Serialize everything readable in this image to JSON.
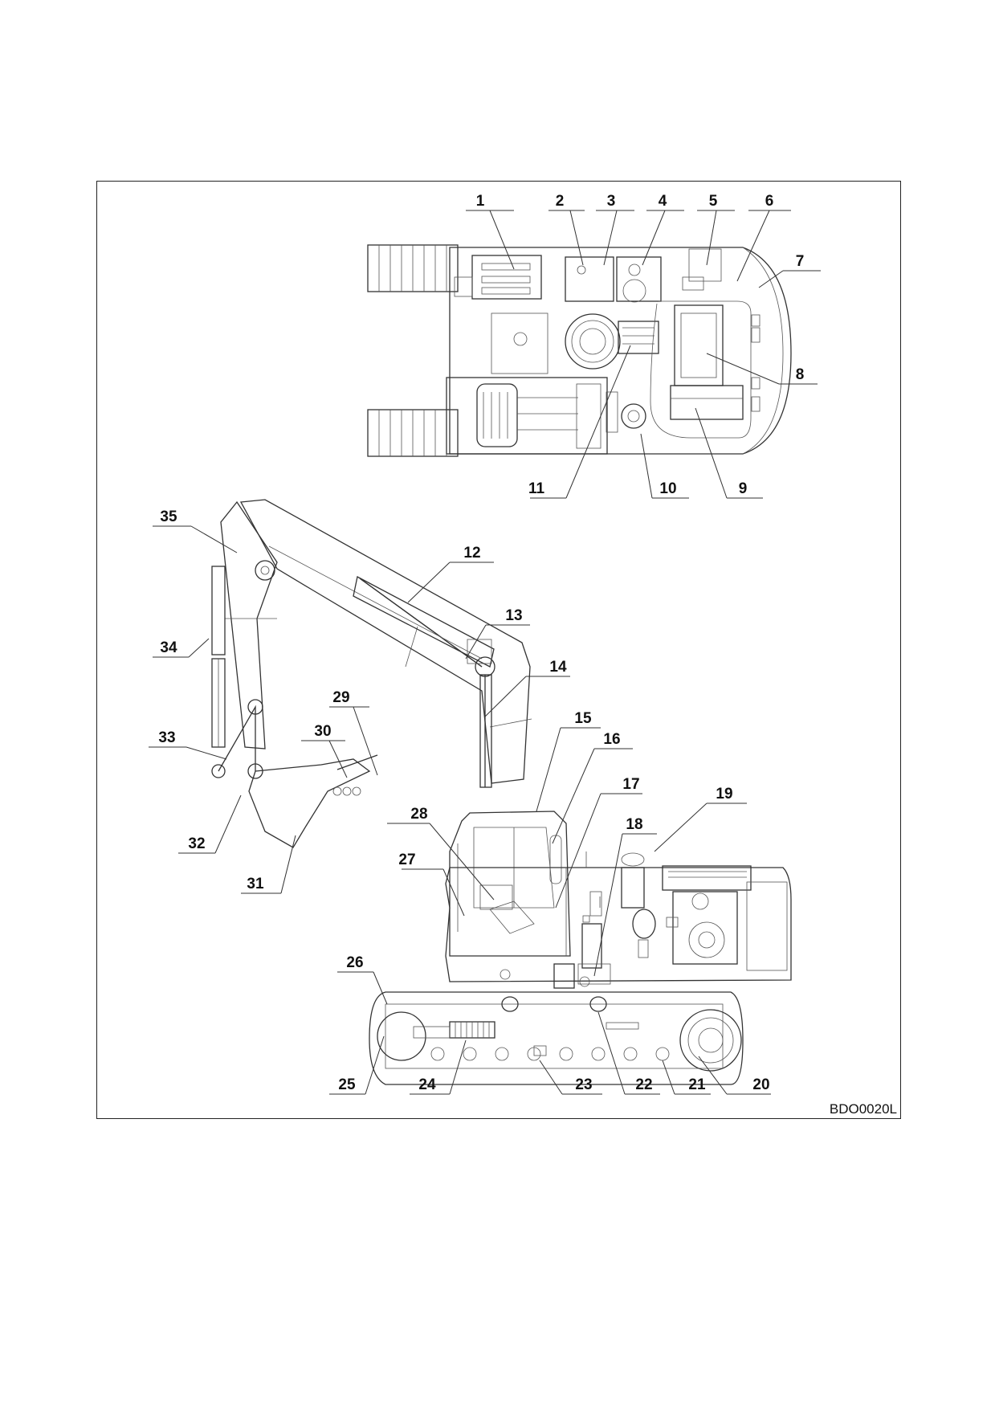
{
  "figure": {
    "code": "BDO0020L",
    "callouts": [
      "1",
      "2",
      "3",
      "4",
      "5",
      "6",
      "7",
      "8",
      "9",
      "10",
      "11",
      "12",
      "13",
      "14",
      "15",
      "16",
      "17",
      "18",
      "19",
      "20",
      "21",
      "22",
      "23",
      "24",
      "25",
      "26",
      "27",
      "28",
      "29",
      "30",
      "31",
      "32",
      "33",
      "34",
      "35"
    ]
  }
}
